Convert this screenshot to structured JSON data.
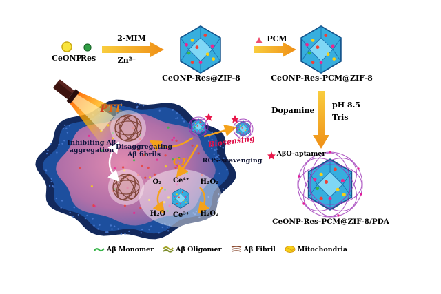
{
  "palette": {
    "crystal_blue": "#45bce8",
    "arrow_orange": "#f5a21b",
    "cell_navy": "#13295c",
    "pda_purple": "#9b30b5",
    "accent_red": "#e8174a"
  },
  "materials": {
    "ceonp": "CeONP",
    "res": "Res"
  },
  "steps": {
    "step1_reagent": "2-MIM",
    "step1_ion": "Zn²⁺",
    "step2_reagent": "PCM",
    "step3_reagent": "Dopamine",
    "step3_condition1": "pH 8.5",
    "step3_condition2": "Tris"
  },
  "products": {
    "product1": "CeONP-Res@ZIF-8",
    "product2": "CeONP-Res-PCM@ZIF-8",
    "product3": "CeONP-Res-PCM@ZIF-8/PDA"
  },
  "aptamer": {
    "label": "AβO-aptamer"
  },
  "cell": {
    "ptt": "PTT",
    "inhibiting": "Inhibiting Aβ aggregation",
    "disaggregating": "Disaggregating Aβ fibrils",
    "biosensing": "Biosensing",
    "ct": "CT",
    "ros": "ROS-scavenging",
    "cycle": {
      "o2": "O₂",
      "ce4": "Ce⁴⁺",
      "h2o2_top": "H₂O₂",
      "h2o": "H₂O",
      "ce3": "Ce³⁺",
      "h2o2_bottom": "H₂O₂"
    }
  },
  "legend": {
    "items": [
      {
        "label": "Aβ Monomer"
      },
      {
        "label": "Aβ Oligomer"
      },
      {
        "label": "Aβ Fibril"
      },
      {
        "label": "Mitochondria"
      }
    ]
  }
}
